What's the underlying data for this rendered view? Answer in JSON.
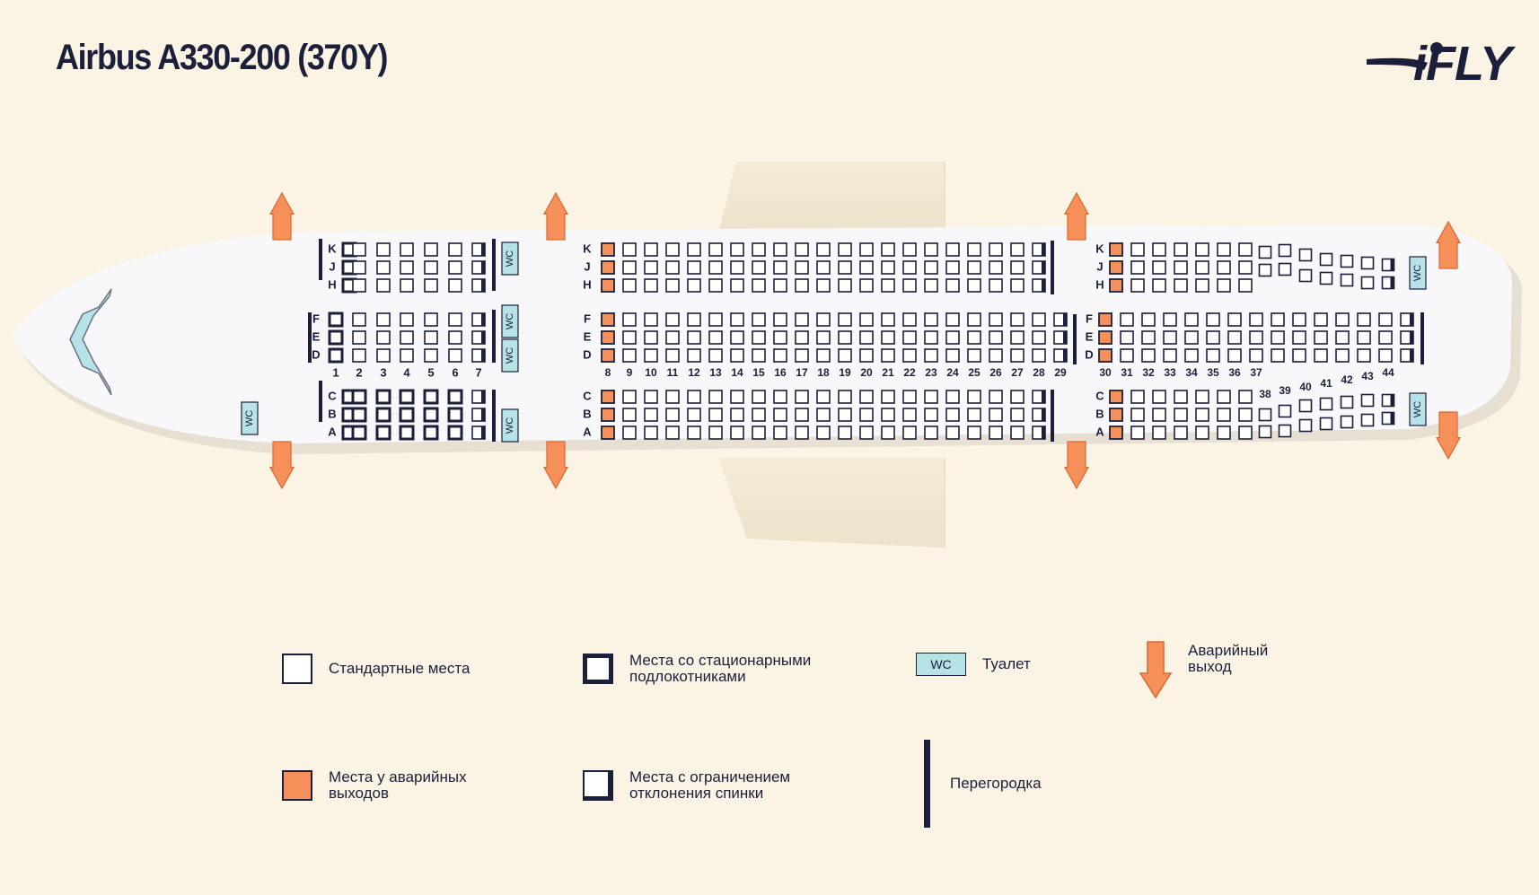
{
  "header": {
    "title": "Airbus A330-200 (370Y)",
    "brand_logo": "iFLY"
  },
  "seat_map": {
    "wc_label": "WC",
    "cabin1": {
      "rows": [
        "1",
        "2",
        "3",
        "4",
        "5",
        "6",
        "7"
      ],
      "upper_letters": [
        "K",
        "J",
        "H"
      ],
      "middle_letters": [
        "F",
        "E",
        "D"
      ],
      "lower_letters": [
        "C",
        "B",
        "A"
      ]
    },
    "cabin2": {
      "rows": [
        "8",
        "9",
        "10",
        "11",
        "12",
        "13",
        "14",
        "15",
        "16",
        "17",
        "18",
        "19",
        "20",
        "21",
        "22",
        "23",
        "24",
        "25",
        "26",
        "27",
        "28",
        "29"
      ],
      "upper_letters": [
        "K",
        "J",
        "H"
      ],
      "middle_letters": [
        "F",
        "E",
        "D"
      ],
      "lower_letters": [
        "C",
        "B",
        "A"
      ]
    },
    "cabin3": {
      "rows": [
        "30",
        "31",
        "32",
        "33",
        "34",
        "35",
        "36",
        "37"
      ],
      "upper_letters": [
        "K",
        "J",
        "H"
      ],
      "middle_letters": [
        "F",
        "E",
        "D"
      ],
      "lower_letters": [
        "C",
        "B",
        "A"
      ]
    },
    "tail_rows": [
      "38",
      "39",
      "40",
      "41",
      "42",
      "43",
      "44"
    ]
  },
  "legend": {
    "standard": "Стандартные места",
    "fixed_armrests": "Места со стационарными\nподлокотниками",
    "toilet": "Туалет",
    "emergency_exit": "Аварийный\nвыход",
    "exit_row": "Места у аварийных\nвыходов",
    "limited_recline": "Места с ограничением\nотклонения спинки",
    "partition": "Перегородка"
  },
  "colors": {
    "background": "#fbf4e4",
    "ink": "#1c1f3a",
    "exit_seat": "#f5905a",
    "exit_arrow": "#f5905a",
    "toilet": "#b8e3e6",
    "fuselage": "#f8f8fb"
  }
}
